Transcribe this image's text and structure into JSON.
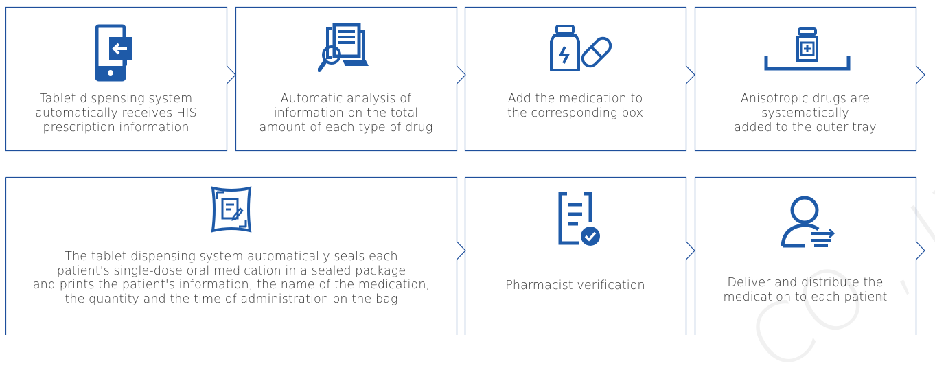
{
  "colors": {
    "border": "#1e4f9c",
    "icon": "#1e5aa8",
    "text": "#3a3a3a"
  },
  "steps": [
    {
      "icon": "tablet-arrow-icon",
      "text": "Tablet dispensing system automatically receives HIS prescription information",
      "lines": [
        "Tablet dispensing system",
        "automatically receives HIS",
        "prescription information"
      ]
    },
    {
      "icon": "document-search-icon",
      "text": "Automatic analysis of information on the total amount of each type of drug",
      "lines": [
        "Automatic analysis of",
        "information on the total",
        "amount of each type of drug"
      ]
    },
    {
      "icon": "medicine-bottle-pill-icon",
      "text": "Add the medication to the corresponding box",
      "lines": [
        "Add the medication to",
        "the corresponding box"
      ]
    },
    {
      "icon": "drug-tray-icon",
      "text": "Anisotropic drugs are systematically added to the outer tray",
      "lines": [
        "Anisotropic drugs are",
        "systematically",
        "added to the outer tray"
      ]
    },
    {
      "icon": "sealed-package-icon",
      "text": "The tablet dispensing system automatically seals each patient's single-dose oral medication in a sealed package and prints the patient's information, the name of the medication, the quantity and the time of administration on the bag",
      "lines": [
        "The tablet dispensing system automatically seals each",
        "patient's single-dose oral medication in a sealed package",
        "and prints the patient's information, the name of the medication,",
        "the quantity and the time of administration on the bag"
      ]
    },
    {
      "icon": "checklist-verified-icon",
      "text": "Pharmacist verification",
      "lines": [
        "Pharmacist verification"
      ]
    },
    {
      "icon": "patient-distribute-icon",
      "text": "Deliver and distribute the medication to each patient",
      "lines": [
        "Deliver and distribute the",
        "medication to each patient"
      ]
    }
  ],
  "watermark": "CO., LTD"
}
